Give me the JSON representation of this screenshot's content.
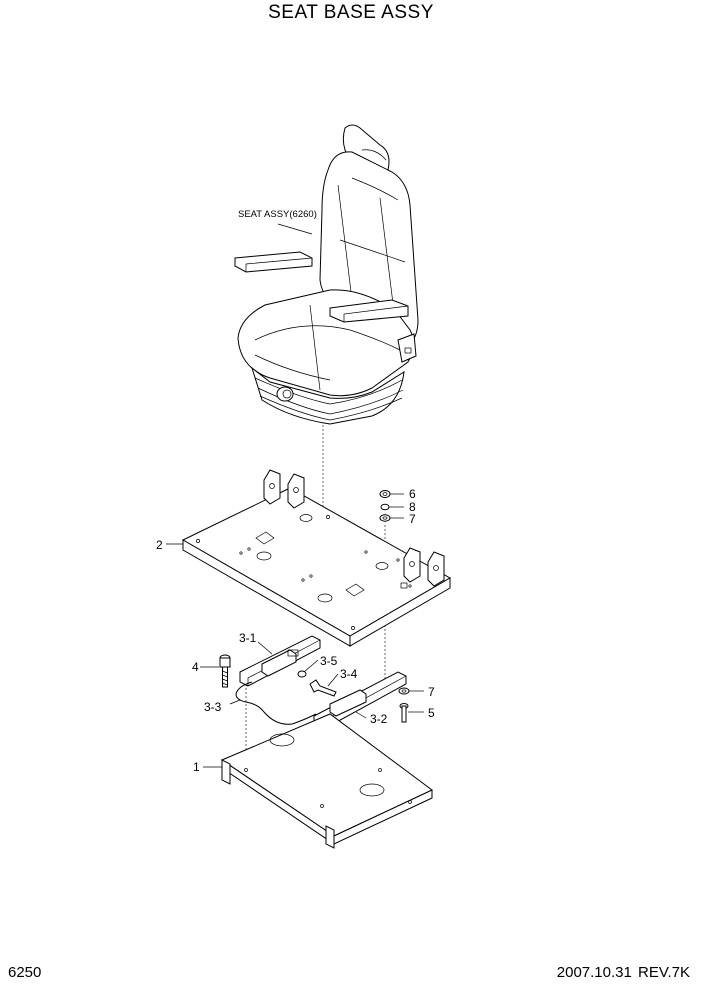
{
  "header": {
    "title": "SEAT BASE ASSY"
  },
  "footer": {
    "page_number": "6250",
    "date_rev": "2007.10.31  REV.7K"
  },
  "callouts": {
    "seat_assy": "SEAT ASSY(6260)",
    "p1": "1",
    "p2": "2",
    "p3_1": "3-1",
    "p3_2": "3-2",
    "p3_3": "3-3",
    "p3_4": "3-4",
    "p3_5": "3-5",
    "p4": "4",
    "p5": "5",
    "p6": "6",
    "p7a": "7",
    "p7b": "7",
    "p8": "8"
  }
}
